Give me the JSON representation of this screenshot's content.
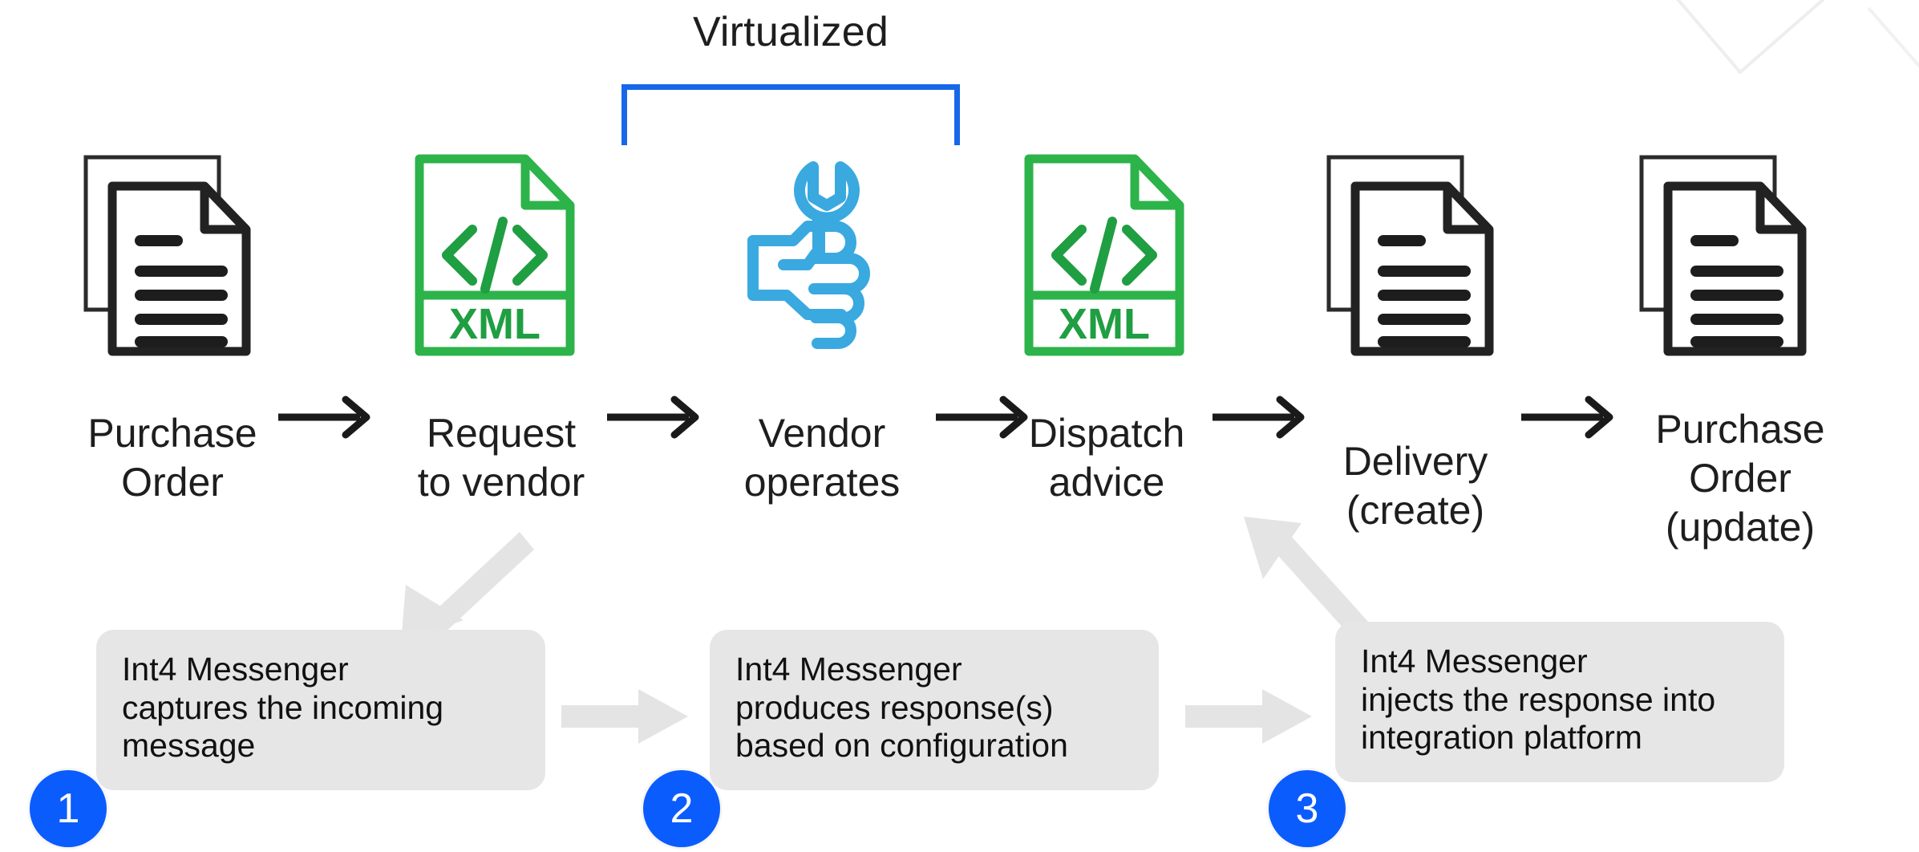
{
  "diagram": {
    "bracket_label": "Virtualized",
    "bracket_color": "#1668e8",
    "accent_badge_color": "#0b5cfd",
    "xml_icon_color": "#2cb34a",
    "vendor_icon_color": "#3aa9e0",
    "callout_bg_color": "#e6e6e6",
    "arrow_color": "#1a1a1a",
    "gray_arrow_color": "#e4e4e4"
  },
  "flow": {
    "nodes": [
      {
        "icon": "documents-stack-icon",
        "label_line1": "Purchase",
        "label_line2": "Order"
      },
      {
        "icon": "xml-file-icon",
        "icon_text": "XML",
        "label_line1": "Request",
        "label_line2": "to vendor"
      },
      {
        "icon": "hand-holding-wrench-icon",
        "label_line1": "Vendor",
        "label_line2": "operates"
      },
      {
        "icon": "xml-file-icon",
        "icon_text": "XML",
        "label_line1": "Dispatch",
        "label_line2": "advice"
      },
      {
        "icon": "documents-stack-icon",
        "label_line1": "Delivery",
        "label_line2": "(create)"
      },
      {
        "icon": "documents-stack-icon",
        "label_line1": "Purchase",
        "label_line2": "Order",
        "label_line3": "(update)"
      }
    ]
  },
  "steps": [
    {
      "number": "1",
      "line1": "Int4 Messenger",
      "line2": "captures the incoming",
      "line3": "message"
    },
    {
      "number": "2",
      "line1": "Int4 Messenger",
      "line2": "produces response(s)",
      "line3": "based on configuration"
    },
    {
      "number": "3",
      "line1": "Int4 Messenger",
      "line2": "injects the response into",
      "line3": "integration platform"
    }
  ]
}
